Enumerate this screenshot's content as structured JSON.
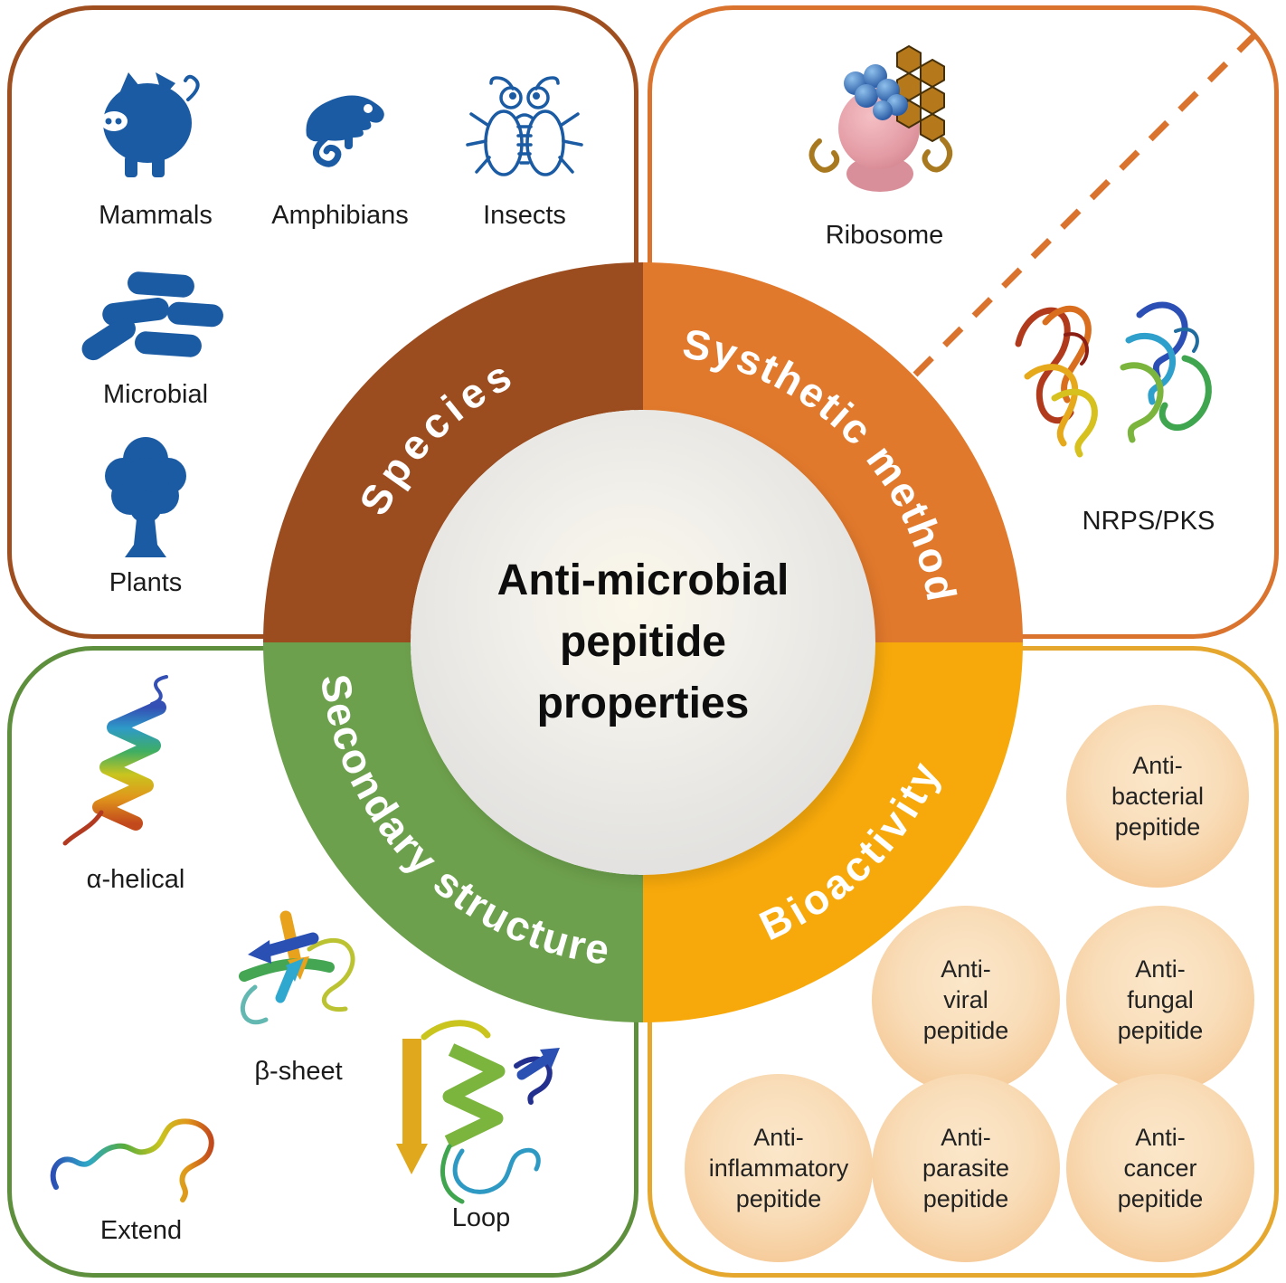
{
  "center": {
    "title_lines": [
      "Anti-microbial",
      "pepitide",
      "properties"
    ]
  },
  "colors": {
    "species_ring": "#9C4D20",
    "species_border": "#9F4E1F",
    "synthetic_ring": "#E1792C",
    "synthetic_border": "#D9732E",
    "secondary_ring": "#6DA04C",
    "secondary_border": "#5E8F3D",
    "bioactivity_ring": "#F7A90B",
    "bioactivity_border": "#E6A72E",
    "species_icon_blue": "#1A5BA4",
    "bubble_fill": "#F6C694",
    "dashed_line": "#D9732E",
    "arc_text": "#FFFFFF"
  },
  "quadrants": {
    "species": {
      "arc_label": "Species",
      "items": [
        {
          "label": "Mammals",
          "icon": "pig-icon"
        },
        {
          "label": "Amphibians",
          "icon": "chameleon-icon"
        },
        {
          "label": "Insects",
          "icon": "insect-icon"
        },
        {
          "label": "Microbial",
          "icon": "bacteria-icon"
        },
        {
          "label": "Plants",
          "icon": "tree-icon"
        }
      ]
    },
    "synthetic_method": {
      "arc_label": "Systhetic method",
      "items": [
        {
          "label": "Ribosome",
          "icon": "ribosome-image"
        },
        {
          "label": "NRPS/PKS",
          "icon": "protein-complex-image"
        }
      ]
    },
    "secondary_structure": {
      "arc_label": "Secondary structure",
      "items": [
        {
          "label": "α-helical",
          "icon": "alpha-helix-image"
        },
        {
          "label": "β-sheet",
          "icon": "beta-sheet-image"
        },
        {
          "label": "Extend",
          "icon": "extended-strand-image"
        },
        {
          "label": "Loop",
          "icon": "loop-structure-image"
        }
      ]
    },
    "bioactivity": {
      "arc_label": "Bioactivity",
      "bubbles": [
        {
          "lines": [
            "Anti-",
            "bacterial",
            "pepitide"
          ]
        },
        {
          "lines": [
            "Anti-",
            "viral",
            "pepitide"
          ]
        },
        {
          "lines": [
            "Anti-",
            "fungal",
            "pepitide"
          ]
        },
        {
          "lines": [
            "Anti-",
            "inflammatory",
            "pepitide"
          ]
        },
        {
          "lines": [
            "Anti-",
            "parasite",
            "pepitide"
          ]
        },
        {
          "lines": [
            "Anti-",
            "cancer",
            "pepitide"
          ]
        }
      ]
    }
  }
}
